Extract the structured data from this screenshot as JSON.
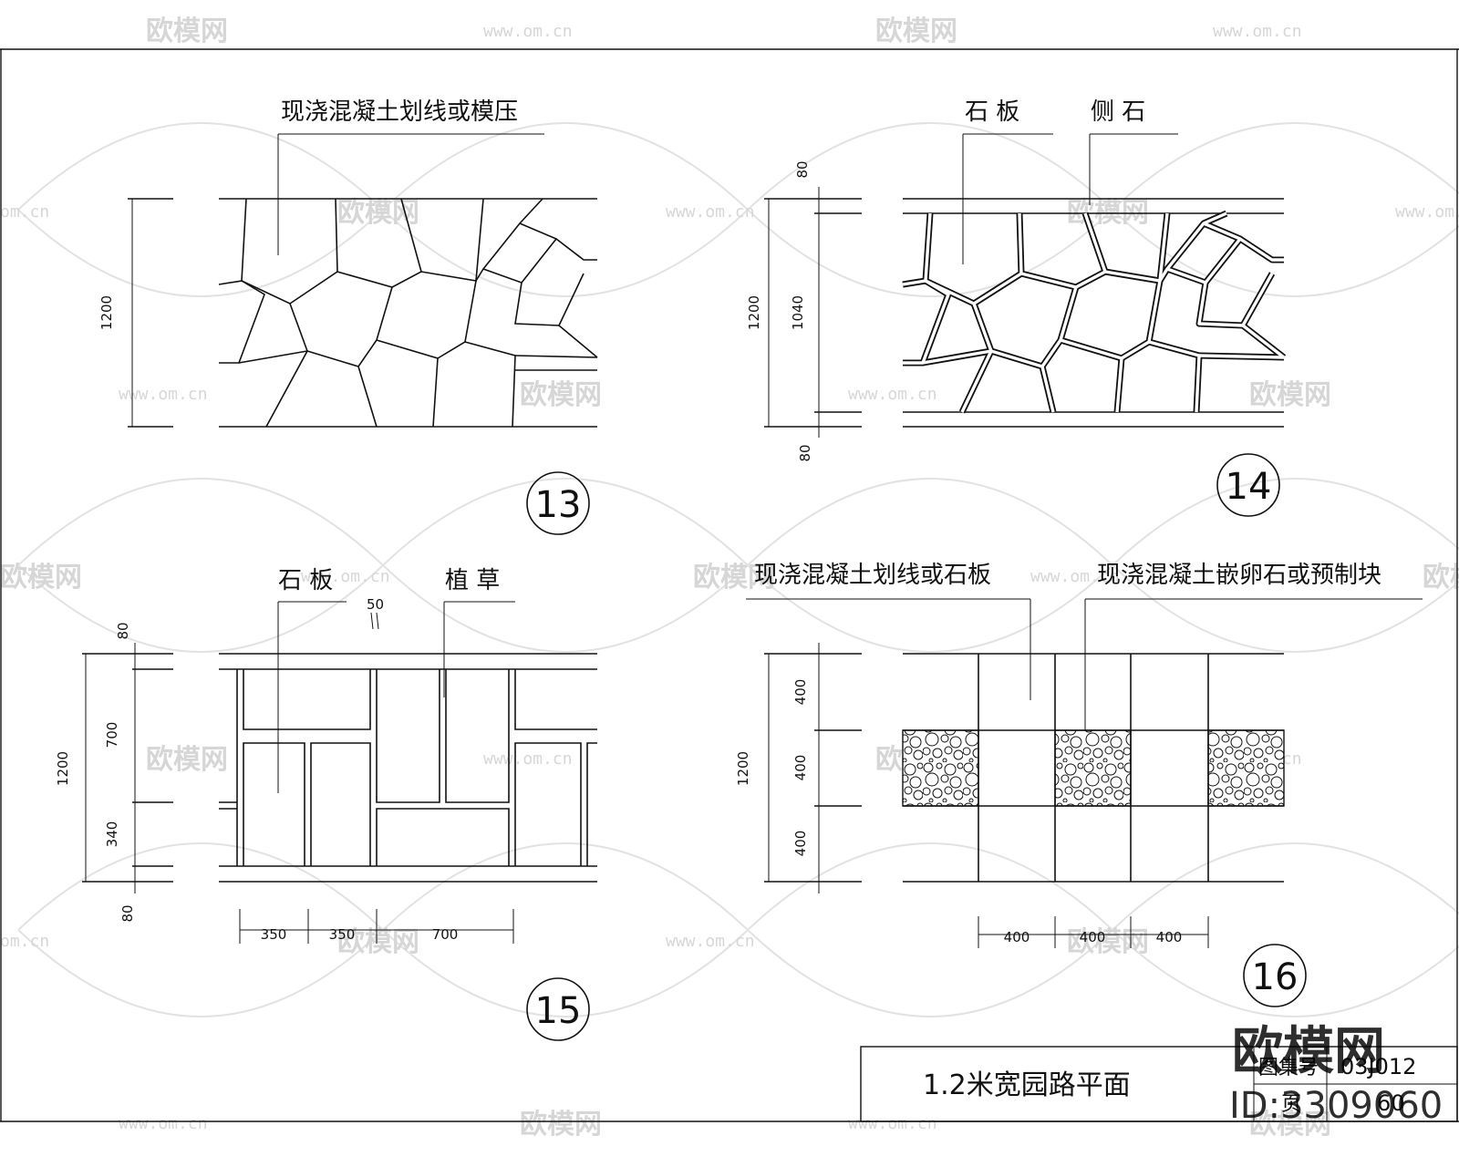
{
  "watermark": {
    "brand": "欧模网",
    "url": "www.om.cn",
    "url_short": "om.cn",
    "id_label": "ID:3309060"
  },
  "detail_13": {
    "number": "13",
    "label": "现浇混凝土划线或模压",
    "dims": {
      "total": "1200"
    }
  },
  "detail_14": {
    "number": "14",
    "label_left": "石 板",
    "label_right": "侧 石",
    "dims": {
      "top": "80",
      "total": "1200",
      "middle": "1040",
      "bottom": "80"
    }
  },
  "detail_15": {
    "number": "15",
    "label_left": "石 板",
    "label_right": "植 草",
    "dims": {
      "gap": "50",
      "top": "80",
      "total": "1200",
      "upper": "700",
      "lower": "340",
      "bottom": "80",
      "w1": "350",
      "w2": "350",
      "w3": "700"
    }
  },
  "detail_16": {
    "number": "16",
    "label_left": "现浇混凝土划线或石板",
    "label_right": "现浇混凝土嵌卵石或预制块",
    "dims": {
      "h1": "400",
      "h2": "400",
      "h3": "400",
      "total": "1200",
      "w1": "400",
      "w2": "400",
      "w3": "400"
    }
  },
  "title_block": {
    "title": "1.2米宽园路平面",
    "drawing_no_label": "图集号",
    "drawing_no": "03J012",
    "page_label": "页",
    "page": "60"
  }
}
